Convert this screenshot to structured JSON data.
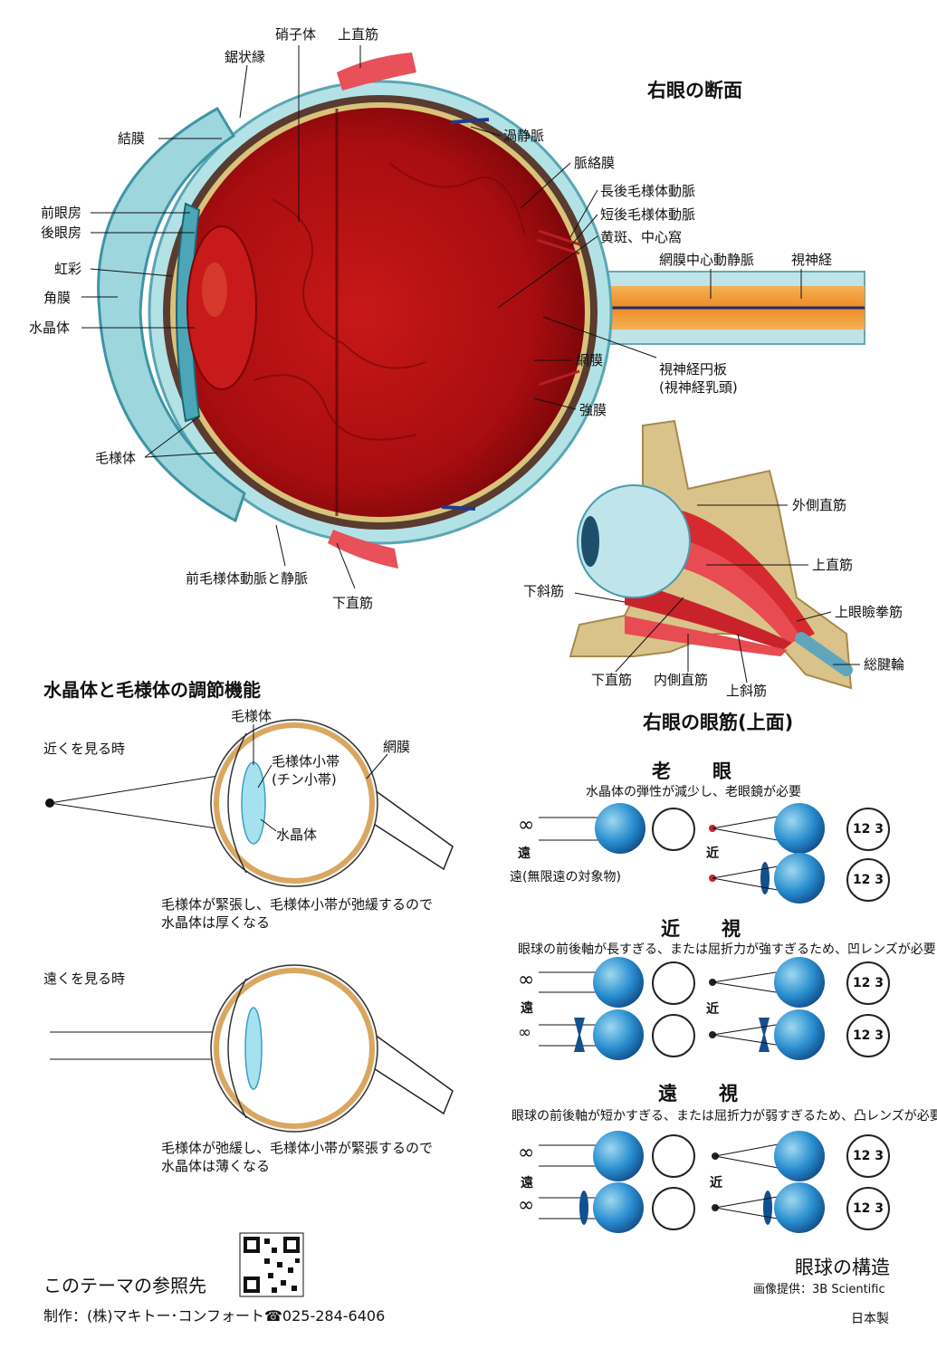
{
  "titles": {
    "cross_section": "右眼の断面",
    "accommodation": "水晶体と毛様体の調節機能",
    "muscles": "右眼の眼筋(上面)"
  },
  "main_labels": [
    "硝子体",
    "上直筋",
    "鋸状縁",
    "結膜",
    "前眼房",
    "後眼房",
    "虹彩",
    "角膜",
    "水晶体",
    "渦静脈",
    "脈絡膜",
    "長後毛様体動脈",
    "短後毛様体動脈",
    "黄斑、中心窩",
    "網膜中心動静脈",
    "視神経",
    "網膜",
    "視神経円板",
    "(視神経乳頭)",
    "強膜",
    "毛様体",
    "前毛様体動脈と静脈",
    "下直筋"
  ],
  "muscle_labels": [
    "外側直筋",
    "上直筋",
    "上眼瞼拳筋",
    "総腱輪",
    "下斜筋",
    "下直筋",
    "内側直筋",
    "上斜筋"
  ],
  "accommodation": {
    "near": {
      "heading": "近くを見る時",
      "labels": [
        "毛様体",
        "毛様体小帯",
        "(チン小帯)",
        "網膜",
        "水晶体"
      ],
      "desc": [
        "毛様体が緊張し、毛様体小帯が弛緩するので",
        "水晶体は厚くなる"
      ]
    },
    "far": {
      "heading": "遠くを見る時",
      "desc": [
        "毛様体が弛緩し、毛様体小帯が緊張するので",
        "水晶体は薄くなる"
      ]
    }
  },
  "vision": {
    "infinity": "∞",
    "far": "遠",
    "near": "近",
    "numbers": "12 3",
    "presbyopia": {
      "title": "老眼",
      "desc": "水晶体の弾性が減少し、老眼鏡が必要",
      "far_note": "遠(無限遠の対象物)"
    },
    "myopia": {
      "title": "近視",
      "desc": "眼球の前後軸が長すぎる、または屈折力が強すぎるため、凹レンズが必要"
    },
    "hyperopia": {
      "title": "遠視",
      "desc": "眼球の前後軸が短かすぎる、または屈折力が弱すぎるため、凸レンズが必要"
    }
  },
  "footer": {
    "reference": "このテーマの参照先",
    "producer": "制作：(株)マキトー･コンフォート☎025-284-6406",
    "poster_title": "眼球の構造",
    "credit": "画像提供：3B Scientific",
    "made_in": "日本製"
  }
}
